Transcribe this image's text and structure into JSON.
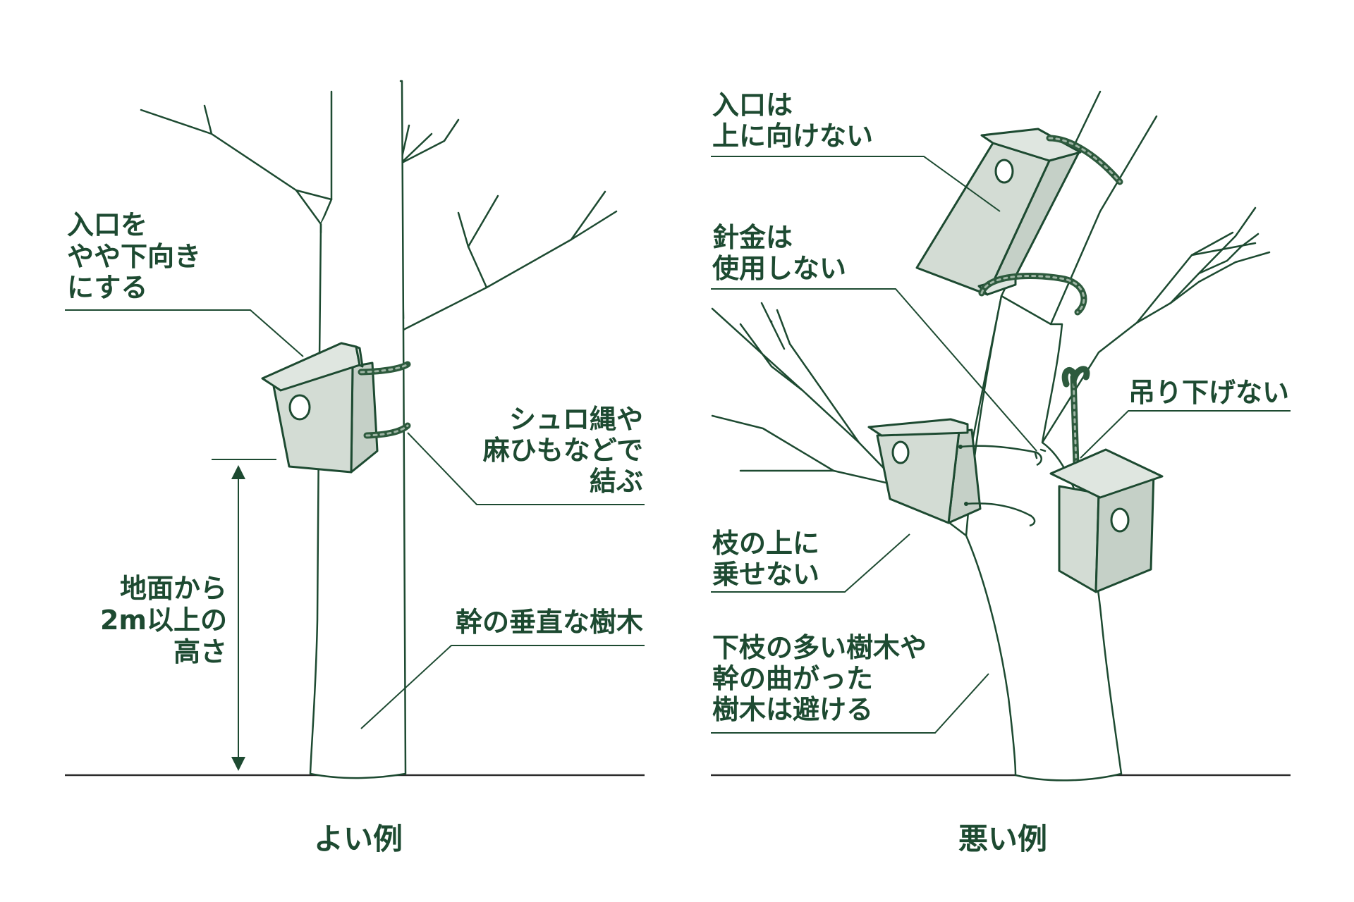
{
  "good_example": {
    "caption": "よい例",
    "labels": {
      "entrance_line1": "入口を",
      "entrance_line2": "やや下向き",
      "entrance_line3": "にする",
      "tie_line1": "シュロ縄や",
      "tie_line2": "麻ひもなどで",
      "tie_line3": "結ぶ",
      "height_line1": "地面から",
      "height_line2": "2m以上の",
      "height_line3": "高さ",
      "vertical_trunk": "幹の垂直な樹木"
    }
  },
  "bad_example": {
    "caption": "悪い例",
    "labels": {
      "upward_line1": "入口は",
      "upward_line2": "上に向けない",
      "wire_line1": "針金は",
      "wire_line2": "使用しない",
      "hanging": "吊り下げない",
      "branch_line1": "枝の上に",
      "branch_line2": "乗せない",
      "crooked_line1": "下枝の多い樹木や",
      "crooked_line2": "幹の曲がった",
      "crooked_line3": "樹木は避ける"
    }
  },
  "colors": {
    "ink": "#1d4a31",
    "box_fill": "#d3dcd4",
    "rope": "#2d5a3d"
  },
  "icons": [
    "tree-icon",
    "birdhouse-icon",
    "rope-icon",
    "wire-icon",
    "double-arrow-icon"
  ]
}
